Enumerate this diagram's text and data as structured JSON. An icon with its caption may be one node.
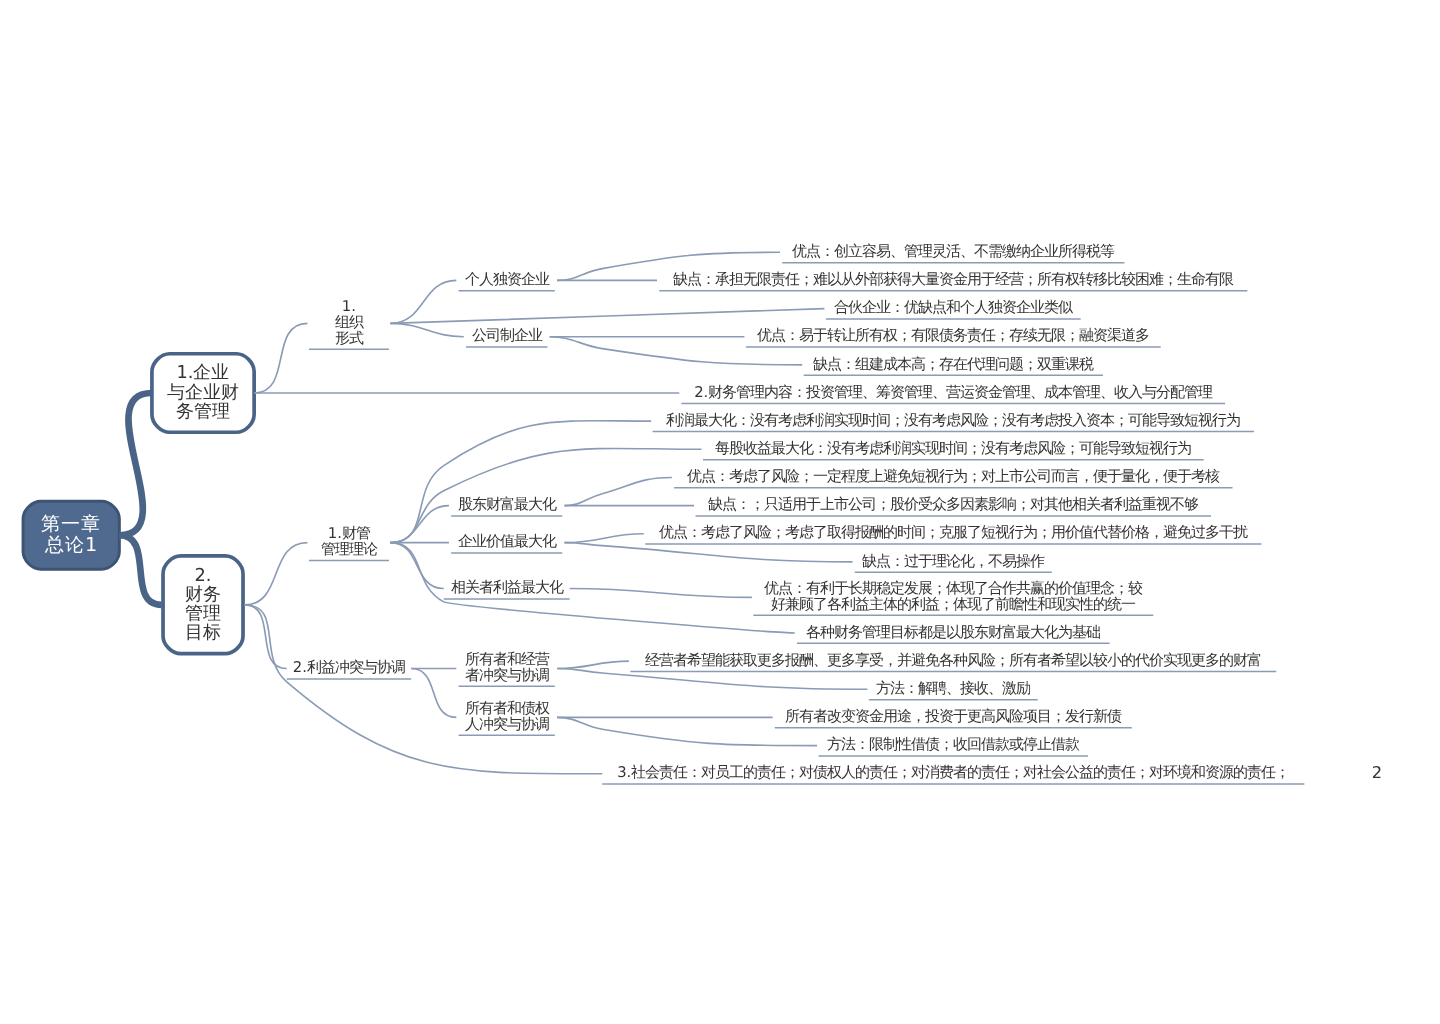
{
  "diagram": {
    "nodes": [
      {
        "text": [
          "第一章总论1"
        ]
      },
      {
        "text": [
          "1.企业与企业财务管理"
        ]
      },
      {
        "text": [
          "1.组织形式"
        ]
      },
      {
        "text": [
          "个人独资企业"
        ]
      },
      {
        "text": [
          "优点：创立容易、管理灵活、不需缴纳企业所得税等"
        ]
      },
      {
        "text": [
          "缺点：承担无限责任；难以从外部获得大量资金用于经营；所有权转移比较困难；生命有限"
        ]
      },
      {
        "text": [
          "合伙企业：优缺点和个人独资企业类似"
        ]
      },
      {
        "text": [
          "公司制企业"
        ]
      },
      {
        "text": [
          "优点：易于转让所有权；有限债务责任；存续无限；融资渠道多"
        ]
      },
      {
        "text": [
          "缺点：组建成本高；存在代理问题；双重课税"
        ]
      },
      {
        "text": [
          "2.财务管理内容：投资管理、筹资管理、营运资金管理、成本管理、收入与分配管理"
        ]
      },
      {
        "text": [
          "2.财务管理目标"
        ]
      },
      {
        "text": [
          "1.财管管理理论"
        ]
      },
      {
        "text": [
          "利润最大化：没有考虑利润实现时间；没有考虑风险；没有考虑投入资本；可能导致短视行为"
        ]
      },
      {
        "text": [
          "每股收益最大化：没有考虑利润实现时间；没有考虑风险；可能导致短视行为"
        ]
      },
      {
        "text": [
          "股东财富最大化"
        ]
      },
      {
        "text": [
          "优点：考虑了风险；一定程度上避免短视行为；对上市公司而言，便于量化，便于考核"
        ]
      },
      {
        "text": [
          "缺点：；只适用于上市公司；股价受众多因素影响；对其他相关者利益重视不够"
        ]
      },
      {
        "text": [
          "企业价值最大化"
        ]
      },
      {
        "text": [
          "优点：考虑了风险；考虑了取得报酬的时间；克服了短视行为；用价值代替价格，避免过多干扰"
        ]
      },
      {
        "text": [
          "缺点：过于理论化，不易操作"
        ]
      },
      {
        "text": [
          "相关者利益最大化"
        ]
      },
      {
        "text": [
          "优点：有利于长期稳定发展；体现了合作共赢的价值理念；较好兼顾了各利益主体的利益；体现了前瞻性和现实性的统一"
        ]
      },
      {
        "text": [
          "各种财务管理目标都是以股东财富最大化为基础"
        ]
      },
      {
        "text": [
          "2.利益冲突与协调"
        ]
      },
      {
        "text": [
          "所有者和经营者冲突与协调"
        ]
      },
      {
        "text": [
          "经营者希望能获取更多报酬、更多享受，并避免各种风险；所有者希望以较小的代价实现更多的财富"
        ]
      },
      {
        "text": [
          "方法：解聘、接收、激励"
        ]
      },
      {
        "text": [
          "所有者和债权人冲突与协调"
        ]
      },
      {
        "text": [
          "所有者改变资金用途，投资于更高风险项目；发行新债"
        ]
      },
      {
        "text": [
          "方法：限制性借债；收回借款或停止借款"
        ]
      },
      {
        "text": [
          "3.社会责任：对员工的责任；对债权人的责任；对消费者的责任；对社会公益的责任；对环境和资源的责任；"
        ]
      }
    ],
    "edges": [
      {
        "from": 0,
        "to": 1,
        "arrow": "none",
        "style": "thick",
        "color": "#4a6488"
      },
      {
        "from": 1,
        "to": 2,
        "arrow": "none"
      },
      {
        "from": 2,
        "to": 3,
        "arrow": "none"
      },
      {
        "from": 3,
        "to": 4,
        "arrow": "none"
      },
      {
        "from": 3,
        "to": 5,
        "arrow": "none"
      },
      {
        "from": 2,
        "to": 6,
        "arrow": "none"
      },
      {
        "from": 2,
        "to": 7,
        "arrow": "none"
      },
      {
        "from": 7,
        "to": 8,
        "arrow": "none"
      },
      {
        "from": 7,
        "to": 9,
        "arrow": "none"
      },
      {
        "from": 1,
        "to": 10,
        "arrow": "none"
      },
      {
        "from": 0,
        "to": 11,
        "arrow": "none",
        "style": "thick",
        "color": "#4a6488"
      },
      {
        "from": 11,
        "to": 12,
        "arrow": "none"
      },
      {
        "from": 12,
        "to": 13,
        "arrow": "none"
      },
      {
        "from": 12,
        "to": 14,
        "arrow": "none"
      },
      {
        "from": 12,
        "to": 15,
        "arrow": "none"
      },
      {
        "from": 15,
        "to": 16,
        "arrow": "none"
      },
      {
        "from": 15,
        "to": 17,
        "arrow": "none"
      },
      {
        "from": 12,
        "to": 18,
        "arrow": "none"
      },
      {
        "from": 18,
        "to": 19,
        "arrow": "none"
      },
      {
        "from": 18,
        "to": 20,
        "arrow": "none"
      },
      {
        "from": 12,
        "to": 21,
        "arrow": "none"
      },
      {
        "from": 21,
        "to": 22,
        "arrow": "none"
      },
      {
        "from": 12,
        "to": 23,
        "arrow": "none"
      },
      {
        "from": 11,
        "to": 24,
        "arrow": "none"
      },
      {
        "from": 24,
        "to": 25,
        "arrow": "none"
      },
      {
        "from": 25,
        "to": 26,
        "arrow": "none"
      },
      {
        "from": 25,
        "to": 27,
        "arrow": "none"
      },
      {
        "from": 24,
        "to": 28,
        "arrow": "none"
      },
      {
        "from": 28,
        "to": 29,
        "arrow": "none"
      },
      {
        "from": 28,
        "to": 30,
        "arrow": "none"
      },
      {
        "from": 11,
        "to": 31,
        "arrow": "none"
      }
    ],
    "labels": [
      "2"
    ]
  }
}
